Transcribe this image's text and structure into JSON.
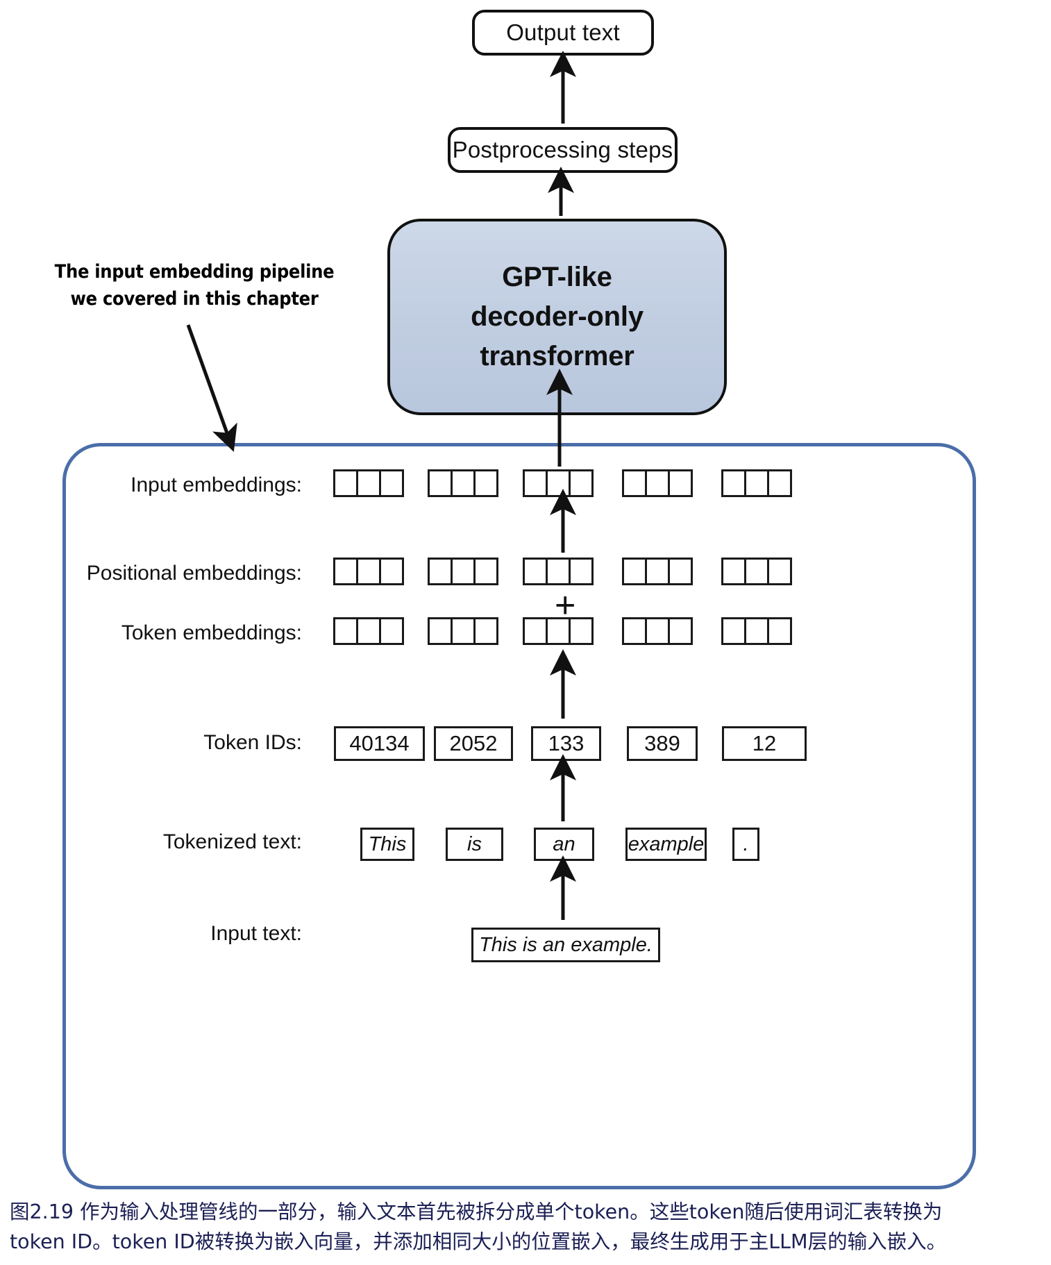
{
  "figure": {
    "id": "2.19",
    "caption_line1": "图2.19 作为输入处理管线的一部分，输入文本首先被拆分成单个token。这些token随后使用词汇表转换为",
    "caption_line2": "token ID。token ID被转换为嵌入向量，并添加相同大小的位置嵌入，最终生成用于主LLM层的输入嵌入。"
  },
  "top": {
    "output_box": "Output text",
    "postprocessing_box": "Postprocessing steps",
    "transformer_box": "GPT-like\ndecoder-only\ntransformer",
    "transformer_fill": "#c4d0e2",
    "transformer_line1": "GPT-like",
    "transformer_line2": "decoder-only",
    "transformer_line3": "transformer"
  },
  "annotation": {
    "line1": "The input embedding pipeline",
    "line2": "we covered in this chapter"
  },
  "pipeline": {
    "border_color": "#4b6ea9",
    "rows": {
      "input_embeddings": {
        "label": "Input embeddings:",
        "groups": 5,
        "cells_per_group": 3
      },
      "positional_embeddings": {
        "label": "Positional embeddings:",
        "groups": 5,
        "cells_per_group": 3
      },
      "token_embeddings": {
        "label": "Token embeddings:",
        "groups": 5,
        "cells_per_group": 3
      },
      "token_ids": {
        "label": "Token IDs:",
        "values": [
          "40134",
          "2052",
          "133",
          "389",
          "12"
        ]
      },
      "tokenized_text": {
        "label": "Tokenized text:",
        "values": [
          "This",
          "is",
          "an",
          "example",
          "."
        ]
      },
      "input_text": {
        "label": "Input text:",
        "value": "This is an example."
      }
    },
    "plus_symbol": "+"
  }
}
